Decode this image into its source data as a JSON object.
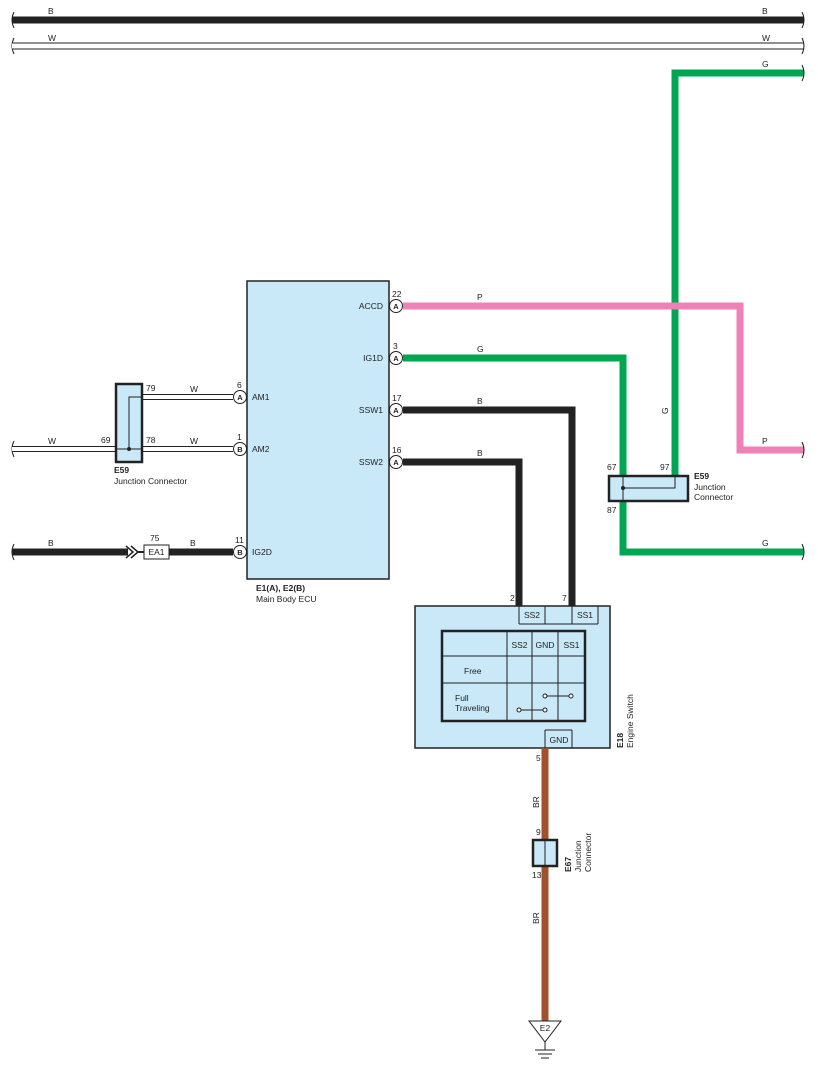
{
  "colors": {
    "component_fill": "#c9e8f8",
    "black_wire": "#222222",
    "white_wire": "#ffffff",
    "green_wire": "#00a651",
    "pink_wire": "#f080b8",
    "brown_wire": "#a0522d"
  },
  "bus": {
    "top_black_left": "B",
    "top_black_right": "B",
    "top_white_left": "W",
    "top_white_right": "W",
    "green_top_right": "G"
  },
  "main_ecu": {
    "name": "E1(A), E2(B)",
    "desc": "Main Body ECU",
    "right_pins": [
      {
        "num": "22",
        "conn": "A",
        "name": "ACCD",
        "wire": "P"
      },
      {
        "num": "3",
        "conn": "A",
        "name": "IG1D",
        "wire": "G"
      },
      {
        "num": "17",
        "conn": "A",
        "name": "SSW1",
        "wire": "B"
      },
      {
        "num": "16",
        "conn": "A",
        "name": "SSW2",
        "wire": "B"
      }
    ],
    "left_pins": [
      {
        "num": "6",
        "conn": "A",
        "name": "AM1",
        "wire": "W"
      },
      {
        "num": "1",
        "conn": "B",
        "name": "AM2",
        "wire": "W"
      },
      {
        "num": "11",
        "conn": "B",
        "name": "IG2D",
        "wire": "B"
      }
    ]
  },
  "e59_left": {
    "code": "E59",
    "desc": "Junction Connector",
    "pin_top": "79",
    "pin_mid": "78",
    "pin_left": "69",
    "in_wire": "W"
  },
  "fuse": {
    "num": "75",
    "name": "EA1",
    "in_wire": "B"
  },
  "e59_right": {
    "code": "E59",
    "desc_line1": "Junction",
    "desc_line2": "Connector",
    "pin_in_left": "67",
    "pin_in_right": "97",
    "pin_out": "87",
    "vertical_wire": "G",
    "pink_out": "P",
    "green_out": "G"
  },
  "engine_switch": {
    "code": "E18",
    "desc": "Engine Switch",
    "pin_ss2_num": "2",
    "pin_ss1_num": "7",
    "ss2": "SS2",
    "ss1": "SS1",
    "gnd": "GND",
    "gnd_pin": "5",
    "table_headers": [
      "SS2",
      "GND",
      "SS1"
    ],
    "row_free": "Free",
    "row_full_1": "Full",
    "row_full_2": "Traveling"
  },
  "e67": {
    "code": "E67",
    "desc_line1": "Junction",
    "desc_line2": "Connector",
    "pin_top": "9",
    "pin_bottom": "13",
    "wire_top": "BR",
    "wire_bottom": "BR"
  },
  "ground": {
    "label": "E2"
  }
}
